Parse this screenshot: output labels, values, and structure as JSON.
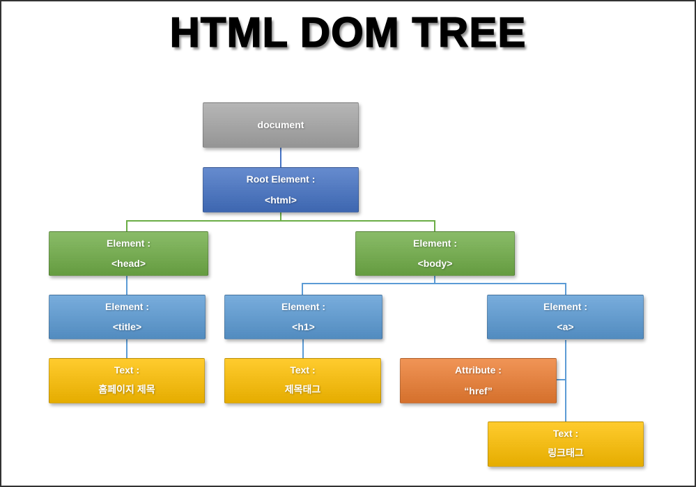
{
  "title": "HTML DOM TREE",
  "colors": {
    "gray": "#A6A6A6",
    "blue_dark": "#4472C4",
    "green": "#70AD47",
    "blue": "#5B9BD5",
    "yellow": "#FFC000",
    "orange": "#ED7D31",
    "green_line": "#6AAD45",
    "blue_line": "#5B9BD5"
  },
  "nodes": {
    "document": {
      "line1": "document"
    },
    "root": {
      "line1": "Root Element :",
      "line2": "<html>"
    },
    "head": {
      "line1": "Element :",
      "line2": "<head>"
    },
    "body": {
      "line1": "Element :",
      "line2": "<body>"
    },
    "title_el": {
      "line1": "Element :",
      "line2": "<title>"
    },
    "h1": {
      "line1": "Element :",
      "line2": "<h1>"
    },
    "a": {
      "line1": "Element :",
      "line2": "<a>"
    },
    "text_homepage": {
      "line1": "Text :",
      "line2": "홈페이지 제목"
    },
    "text_heading": {
      "line1": "Text :",
      "line2": "제목태그"
    },
    "attr_href": {
      "line1": "Attribute :",
      "line2": "“href”"
    },
    "text_link": {
      "line1": "Text :",
      "line2": "링크태그"
    }
  }
}
